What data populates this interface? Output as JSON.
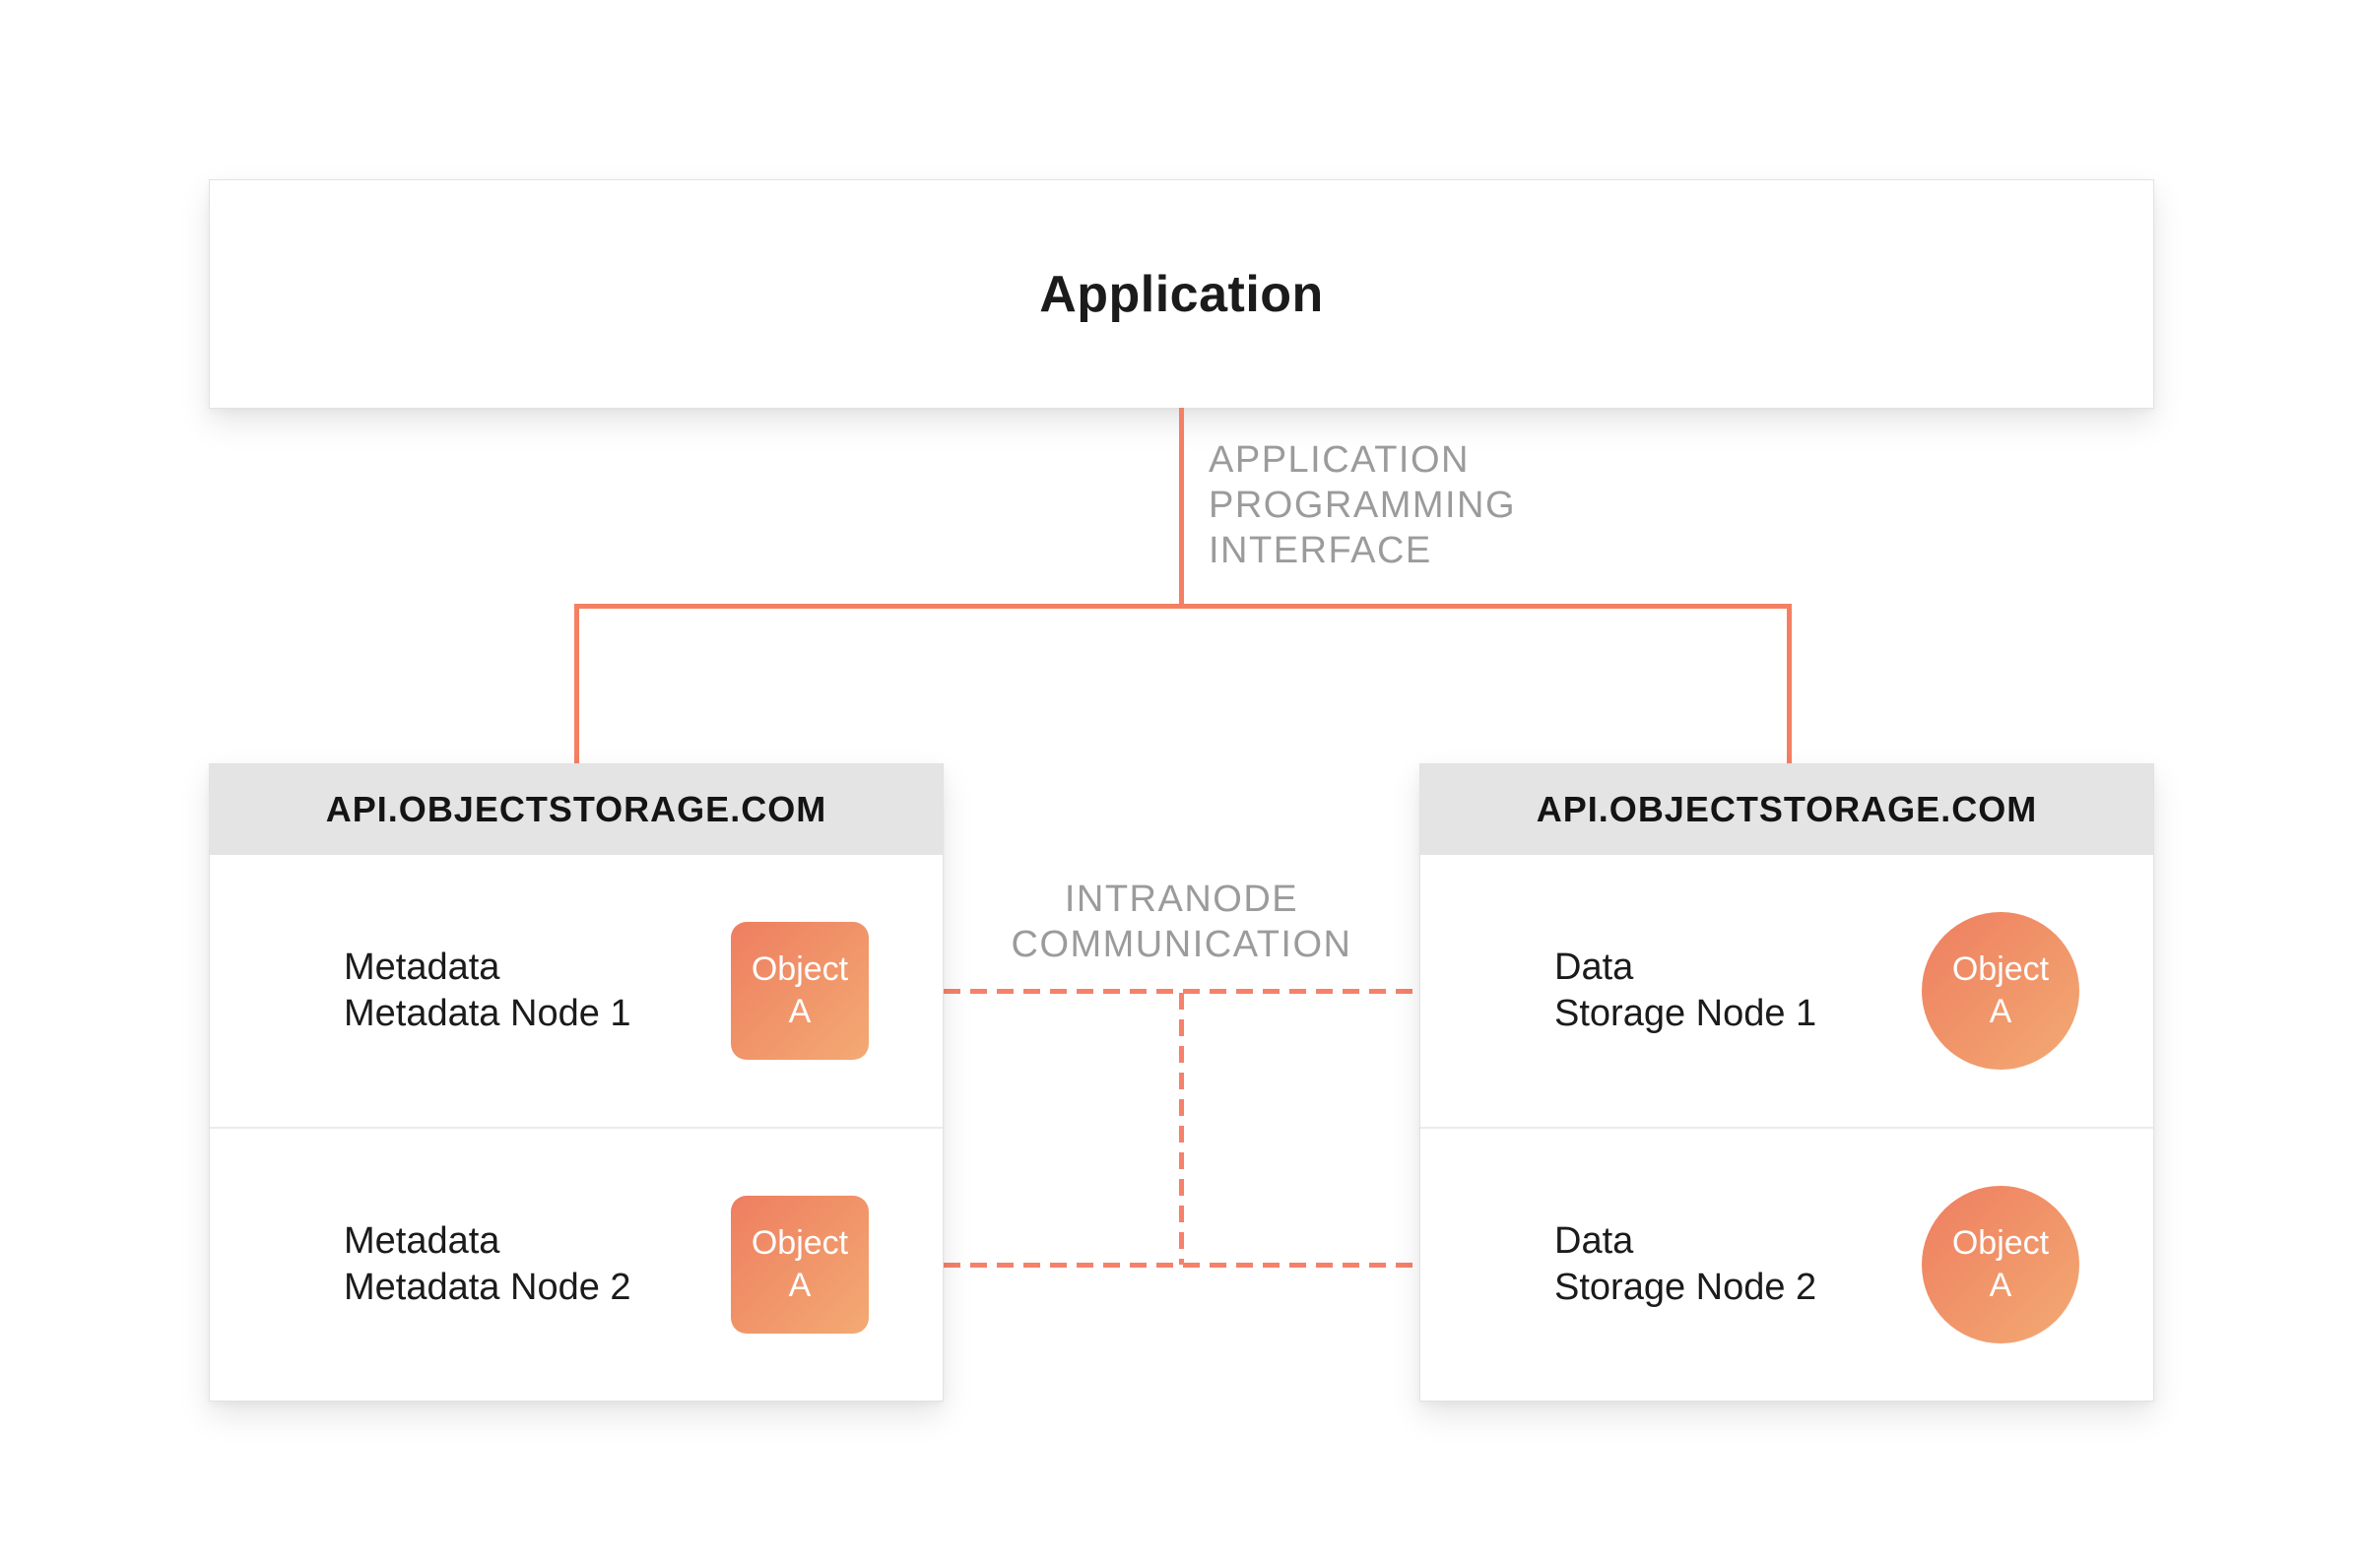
{
  "diagram": {
    "application_box": {
      "title": "Application"
    },
    "api_connector_label": [
      "APPLICATION",
      "PROGRAMMING",
      "INTERFACE"
    ],
    "intranode_label": [
      "INTRANODE",
      "COMMUNICATION"
    ],
    "left_node": {
      "header": "API.OBJECTSTORAGE.COM",
      "rows": [
        {
          "title": "Metadata",
          "subtitle": "Metadata Node 1",
          "object": {
            "line1": "Object",
            "line2": "A"
          }
        },
        {
          "title": "Metadata",
          "subtitle": "Metadata Node 2",
          "object": {
            "line1": "Object",
            "line2": "A"
          }
        }
      ]
    },
    "right_node": {
      "header": "API.OBJECTSTORAGE.COM",
      "rows": [
        {
          "title": "Data",
          "subtitle": "Storage Node 1",
          "object": {
            "line1": "Object",
            "line2": "A"
          }
        },
        {
          "title": "Data",
          "subtitle": "Storage Node 2",
          "object": {
            "line1": "Object",
            "line2": "A"
          }
        }
      ]
    },
    "colors": {
      "connector": "#F57F63",
      "object_gradient_start": "#EE7E60",
      "object_gradient_end": "#F3AA73",
      "header_bg": "#E4E4E4",
      "label_gray": "#9B9B9B",
      "text_dark": "#1B1B1B"
    }
  }
}
